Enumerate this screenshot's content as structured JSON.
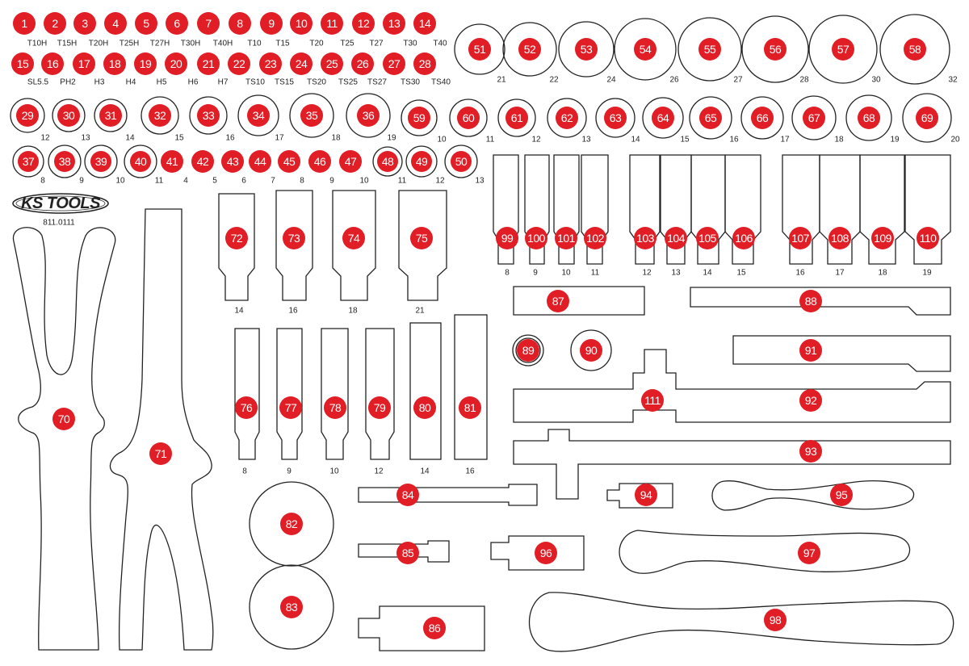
{
  "brand": {
    "logo_text": "KS TOOLS",
    "article_number": "811.0111"
  },
  "colors": {
    "badge": "#e11e26",
    "outline": "#222222",
    "background": "#ffffff"
  },
  "sizes": {
    "s1": "T10H",
    "s2": "T15H",
    "s3": "T20H",
    "s4": "T25H",
    "s5": "T27H",
    "s6": "T30H",
    "s7": "T40H",
    "s8": "T10",
    "s9": "T15",
    "s10": "T20",
    "s11": "T25",
    "s12": "T27",
    "s13": "T30",
    "s14": "T40",
    "s15": "SL5.5",
    "s16": "PH2",
    "s17": "H3",
    "s18": "H4",
    "s19": "H5",
    "s20": "H6",
    "s21": "H7",
    "s22": "TS10",
    "s23": "TS15",
    "s24": "TS20",
    "s25": "TS25",
    "s26": "TS27",
    "s27": "TS30",
    "s28": "TS40",
    "s29": "12",
    "s30": "13",
    "s31": "14",
    "s32": "15",
    "s33": "16",
    "s34": "17",
    "s35": "18",
    "s36": "19",
    "s37": "8",
    "s38": "9",
    "s39": "10",
    "s40": "11",
    "s41": "4",
    "s42": "5",
    "s43": "6",
    "s44": "7",
    "s45": "8",
    "s46": "9",
    "s47": "10",
    "s48": "11",
    "s49": "12",
    "s50": "13",
    "s51": "21",
    "s52": "22",
    "s53": "24",
    "s54": "26",
    "s55": "27",
    "s56": "28",
    "s57": "30",
    "s58": "32",
    "s59": "10",
    "s60": "11",
    "s61": "12",
    "s62": "13",
    "s63": "14",
    "s64": "15",
    "s65": "16",
    "s66": "17",
    "s67": "18",
    "s68": "19",
    "s69": "20",
    "s72": "14",
    "s73": "16",
    "s74": "18",
    "s75": "21",
    "s76": "8",
    "s77": "9",
    "s78": "10",
    "s79": "12",
    "s80": "14",
    "s81": "16",
    "s99": "8",
    "s100": "9",
    "s101": "10",
    "s102": "11",
    "s103": "12",
    "s104": "13",
    "s105": "14",
    "s106": "15",
    "s107": "16",
    "s108": "17",
    "s109": "18",
    "s110": "19"
  },
  "items": [
    "1",
    "2",
    "3",
    "4",
    "5",
    "6",
    "7",
    "8",
    "9",
    "10",
    "11",
    "12",
    "13",
    "14",
    "15",
    "16",
    "17",
    "18",
    "19",
    "20",
    "21",
    "22",
    "23",
    "24",
    "25",
    "26",
    "27",
    "28",
    "29",
    "30",
    "31",
    "32",
    "33",
    "34",
    "35",
    "36",
    "37",
    "38",
    "39",
    "40",
    "41",
    "42",
    "43",
    "44",
    "45",
    "46",
    "47",
    "48",
    "49",
    "50",
    "51",
    "52",
    "53",
    "54",
    "55",
    "56",
    "57",
    "58",
    "59",
    "60",
    "61",
    "62",
    "63",
    "64",
    "65",
    "66",
    "67",
    "68",
    "69",
    "70",
    "71",
    "72",
    "73",
    "74",
    "75",
    "76",
    "77",
    "78",
    "79",
    "80",
    "81",
    "82",
    "83",
    "84",
    "85",
    "86",
    "87",
    "88",
    "89",
    "90",
    "91",
    "92",
    "93",
    "94",
    "95",
    "96",
    "97",
    "98",
    "99",
    "100",
    "101",
    "102",
    "103",
    "104",
    "105",
    "106",
    "107",
    "108",
    "109",
    "110",
    "111"
  ]
}
